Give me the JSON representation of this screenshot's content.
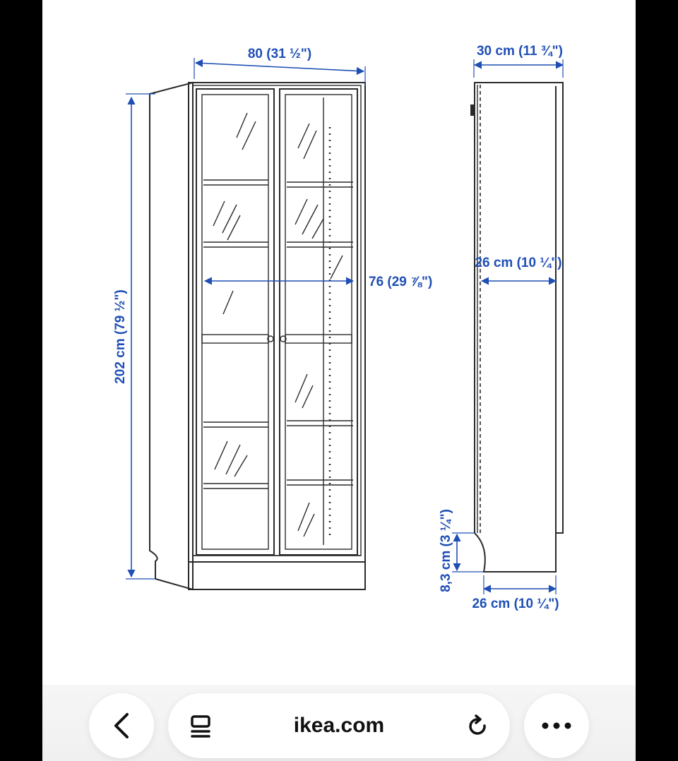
{
  "colors": {
    "dimension": "#1f4fb5",
    "outline": "#2a2a2a",
    "page": "#ffffff",
    "toolbar": "#f2f2f2"
  },
  "diagram": {
    "front": {
      "width_label": "80 (31 ½\")",
      "height_label": "202 cm (79 ½\")",
      "inner_width_label": "76 (29 ⅞\")"
    },
    "side": {
      "depth_top_label": "30 cm (11 ¾\")",
      "depth_middle_label": "26 cm (10 ¼\")",
      "depth_bottom_label": "26 cm (10 ¼\")",
      "plinth_height_label": "8,3 cm (3 ¼\")"
    }
  },
  "browser": {
    "address": "ikea.com",
    "icons": {
      "back": "chevron-left-icon",
      "reader": "reader-mode-icon",
      "reload": "reload-icon",
      "more": "more-dots-icon"
    }
  }
}
